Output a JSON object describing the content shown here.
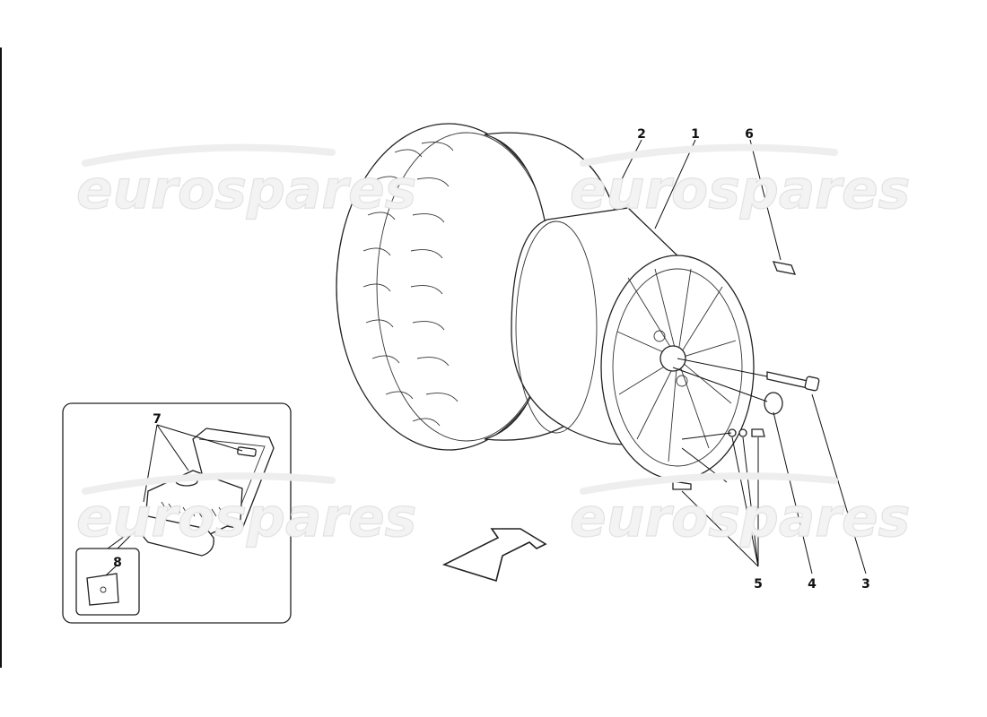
{
  "watermark": "eurospares",
  "callouts": {
    "c1": "1",
    "c2": "2",
    "c3": "3",
    "c4": "4",
    "c5": "5",
    "c6": "6",
    "c7": "7",
    "c8": "8"
  },
  "colors": {
    "line": "#222222",
    "watermark": "#eeeeee",
    "background": "#ffffff"
  }
}
